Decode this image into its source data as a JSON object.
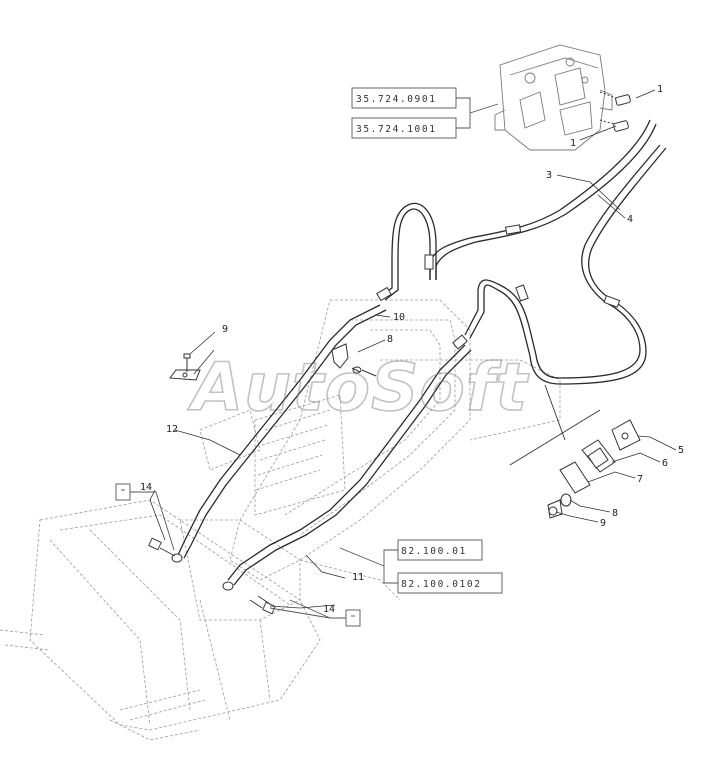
{
  "diagram": {
    "reference_codes": [
      "35.724.0901",
      "35.724.1001",
      "82.100.01",
      "82.100.0102"
    ],
    "callouts": [
      "1",
      "1",
      "3",
      "4",
      "5",
      "6",
      "7",
      "8",
      "9",
      "9",
      "8",
      "10",
      "11",
      "12",
      "14",
      "14"
    ],
    "watermark": "AutoSoft"
  }
}
